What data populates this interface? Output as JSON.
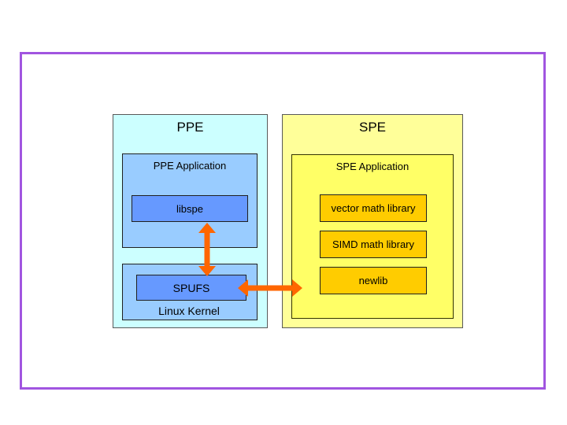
{
  "diagram": {
    "ppe": {
      "title": "PPE",
      "application": {
        "label": "PPE Application",
        "module_label": "libspe"
      },
      "kernel": {
        "label": "Linux Kernel",
        "module_label": "SPUFS"
      }
    },
    "spe": {
      "title": "SPE",
      "application": {
        "label": "SPE Application",
        "libraries": [
          "vector math library",
          "SIMD math library",
          "newlib"
        ]
      }
    },
    "arrows": [
      {
        "name": "libspe-spufs",
        "direction": "vertical-bidirectional"
      },
      {
        "name": "spufs-spe",
        "direction": "horizontal-bidirectional"
      }
    ],
    "colors": {
      "frame_border": "#a155e0",
      "ppe_outer_fill": "#ccffff",
      "ppe_inner_fill": "#99ccff",
      "ppe_module_fill": "#6699ff",
      "spe_outer_fill": "#ffff99",
      "spe_inner_fill": "#ffff66",
      "spe_library_fill": "#ffcc00",
      "arrow": "#ff6600"
    }
  }
}
